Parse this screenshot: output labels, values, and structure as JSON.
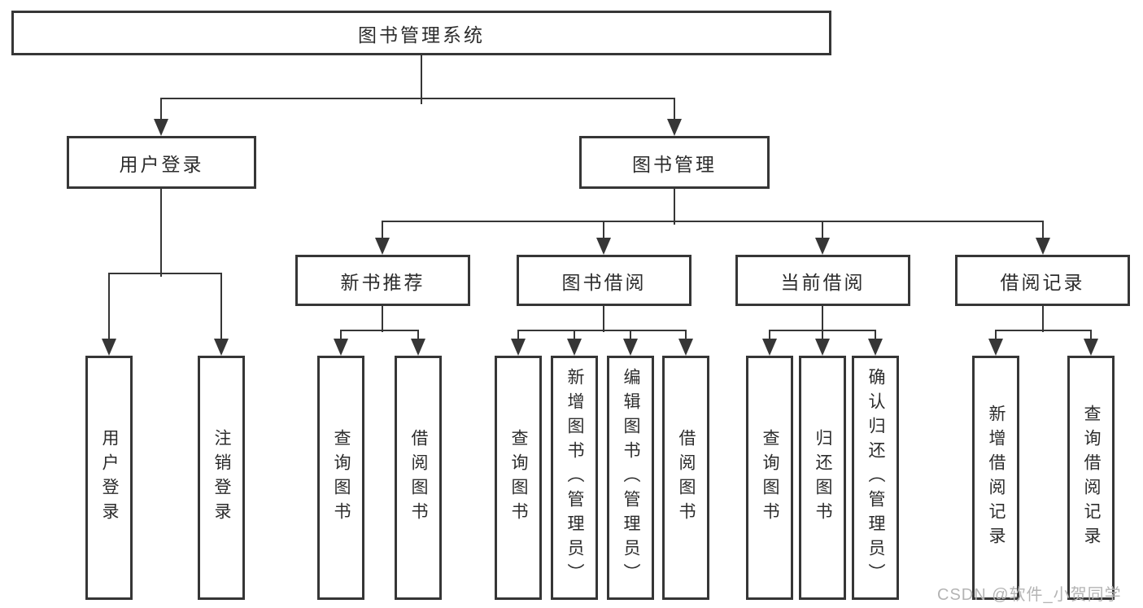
{
  "diagram": {
    "root": {
      "label": "图书管理系统"
    },
    "level2": [
      {
        "label": "用户登录"
      },
      {
        "label": "图书管理"
      }
    ],
    "level3": [
      {
        "label": "新书推荐"
      },
      {
        "label": "图书借阅"
      },
      {
        "label": "当前借阅"
      },
      {
        "label": "借阅记录"
      }
    ],
    "leaves": {
      "user_login": [
        {
          "label": "用户登录"
        },
        {
          "label": "注销登录"
        }
      ],
      "new_books": [
        {
          "label": "查询图书"
        },
        {
          "label": "借阅图书"
        }
      ],
      "book_borrow": [
        {
          "label": "查询图书"
        },
        {
          "label": "新增图书（管理员）"
        },
        {
          "label": "编辑图书（管理员）"
        },
        {
          "label": "借阅图书"
        }
      ],
      "current_borrow": [
        {
          "label": "查询图书"
        },
        {
          "label": "归还图书"
        },
        {
          "label": "确认归还（管理员）"
        }
      ],
      "borrow_records": [
        {
          "label": "新增借阅记录"
        },
        {
          "label": "查询借阅记录"
        }
      ]
    }
  },
  "watermark": {
    "text": "CSDN @软件_小贺同学"
  },
  "colors": {
    "line": "#363636",
    "text": "#2c2c2c",
    "watermark": "#b4b4b4",
    "background": "#ffffff"
  }
}
